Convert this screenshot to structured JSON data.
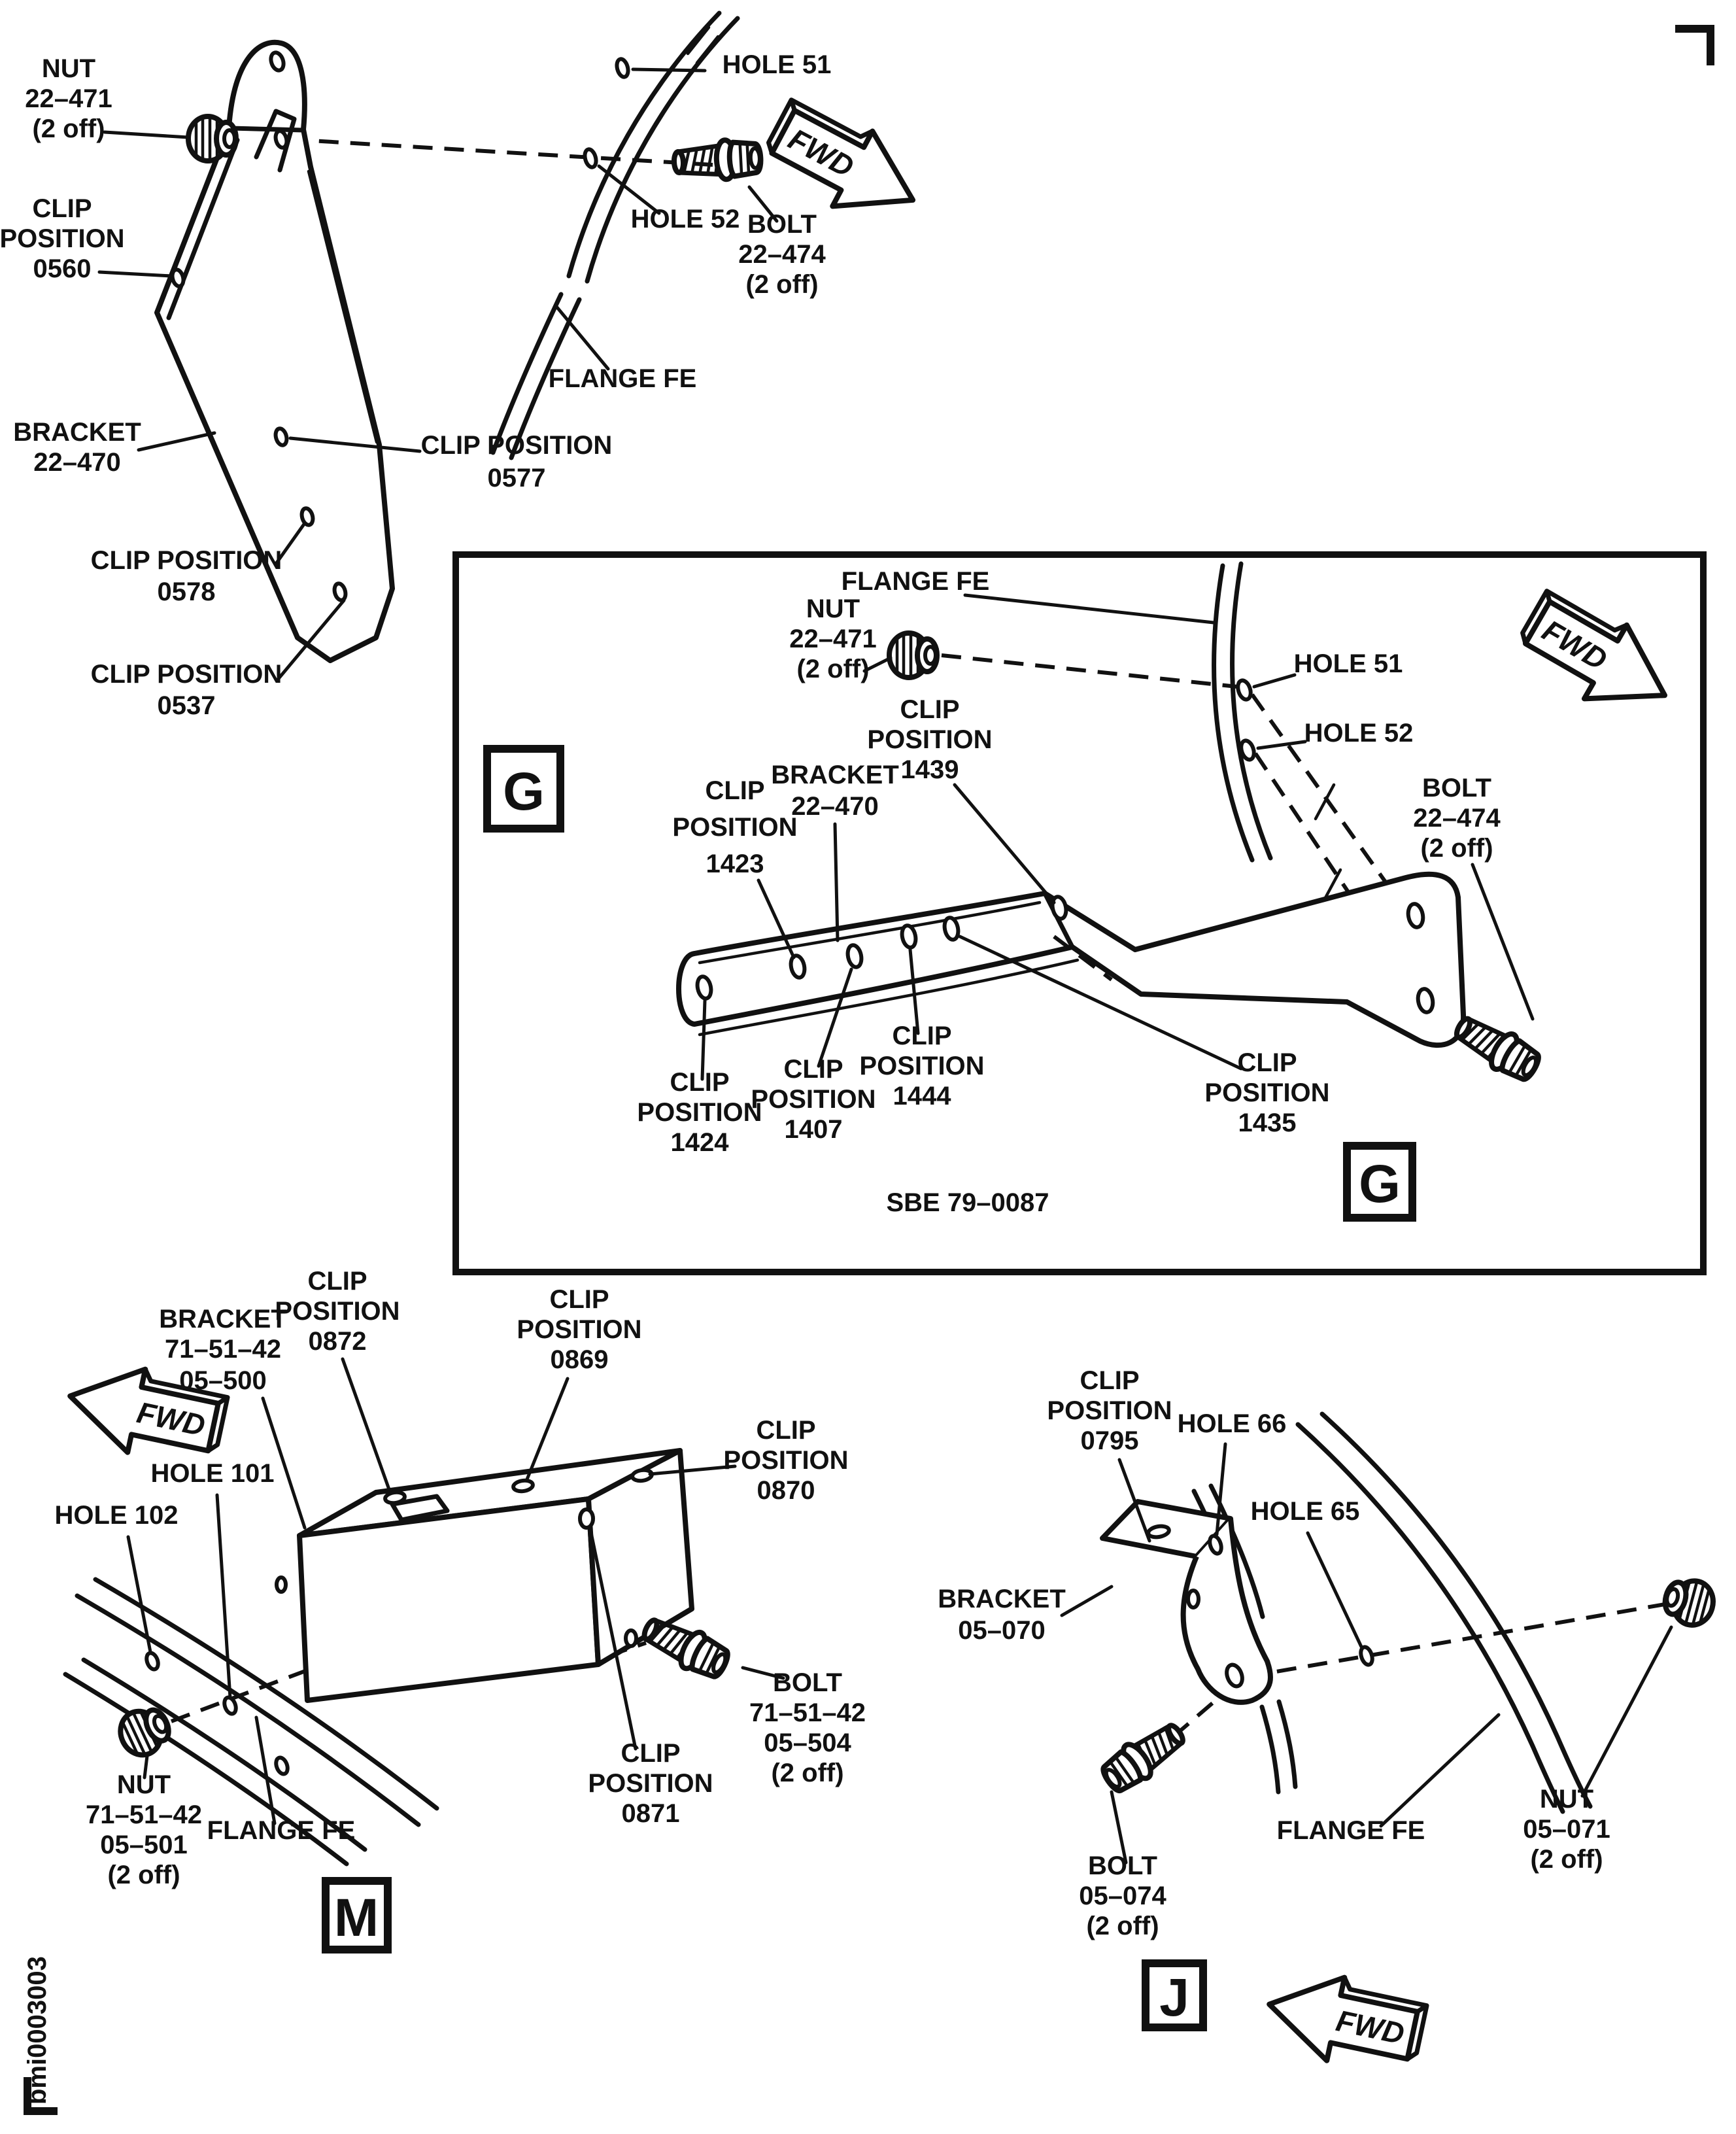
{
  "figure": {
    "code": "bmi0003003",
    "fwd": "FWD"
  },
  "views": {
    "gm": {
      "letter": "G",
      "labels": {
        "nut": [
          "NUT",
          "22–471",
          "(2 off)"
        ],
        "c0560": [
          "CLIP",
          "POSITION",
          "0560"
        ],
        "bracket": [
          "BRACKET",
          "22–470"
        ],
        "c0577": [
          "CLIP POSITION",
          "0577"
        ],
        "c0578": [
          "CLIP POSITION",
          "0578"
        ],
        "c0537": [
          "CLIP POSITION",
          "0537"
        ],
        "h51": "HOLE 51",
        "h52": "HOLE 52",
        "flange": "FLANGE FE",
        "bolt": [
          "BOLT",
          "22–474",
          "(2 off)"
        ]
      }
    },
    "gi": {
      "letter": "G",
      "caption": "SBE 79–0087",
      "labels": {
        "flange": "FLANGE FE",
        "nut": [
          "NUT",
          "22–471",
          "(2 off)"
        ],
        "c1423": [
          "CLIP",
          "POSITION",
          "1423"
        ],
        "bracket": [
          "BRACKET",
          "22–470"
        ],
        "c1439": [
          "CLIP",
          "POSITION",
          "1439"
        ],
        "h51": "HOLE 51",
        "h52": "HOLE 52",
        "bolt": [
          "BOLT",
          "22–474",
          "(2 off)"
        ],
        "c1424": [
          "CLIP",
          "POSITION",
          "1424"
        ],
        "c1407": [
          "CLIP",
          "POSITION",
          "1407"
        ],
        "c1444": [
          "CLIP",
          "POSITION",
          "1444"
        ],
        "c1435": [
          "CLIP",
          "POSITION",
          "1435"
        ]
      }
    },
    "m": {
      "letter": "M",
      "labels": {
        "bracket": [
          "BRACKET",
          "71–51–42",
          "05–500"
        ],
        "c0872": [
          "CLIP",
          "POSITION",
          "0872"
        ],
        "c0869": [
          "CLIP",
          "POSITION",
          "0869"
        ],
        "c0870": [
          "CLIP",
          "POSITION",
          "0870"
        ],
        "h101": "HOLE 101",
        "h102": "HOLE 102",
        "c0871": [
          "CLIP",
          "POSITION",
          "0871"
        ],
        "bolt": [
          "BOLT",
          "71–51–42",
          "05–504",
          "(2 off)"
        ],
        "nut": [
          "NUT",
          "71–51–42",
          "05–501",
          "(2 off)"
        ],
        "flange": "FLANGE FE"
      }
    },
    "j": {
      "letter": "J",
      "labels": {
        "c0795": [
          "CLIP",
          "POSITION",
          "0795"
        ],
        "h66": "HOLE 66",
        "h65": "HOLE 65",
        "bracket": [
          "BRACKET",
          "05–070"
        ],
        "nut": [
          "NUT",
          "05–071",
          "(2 off)"
        ],
        "flange": "FLANGE FE",
        "bolt": [
          "BOLT",
          "05–074",
          "(2 off)"
        ]
      }
    }
  }
}
